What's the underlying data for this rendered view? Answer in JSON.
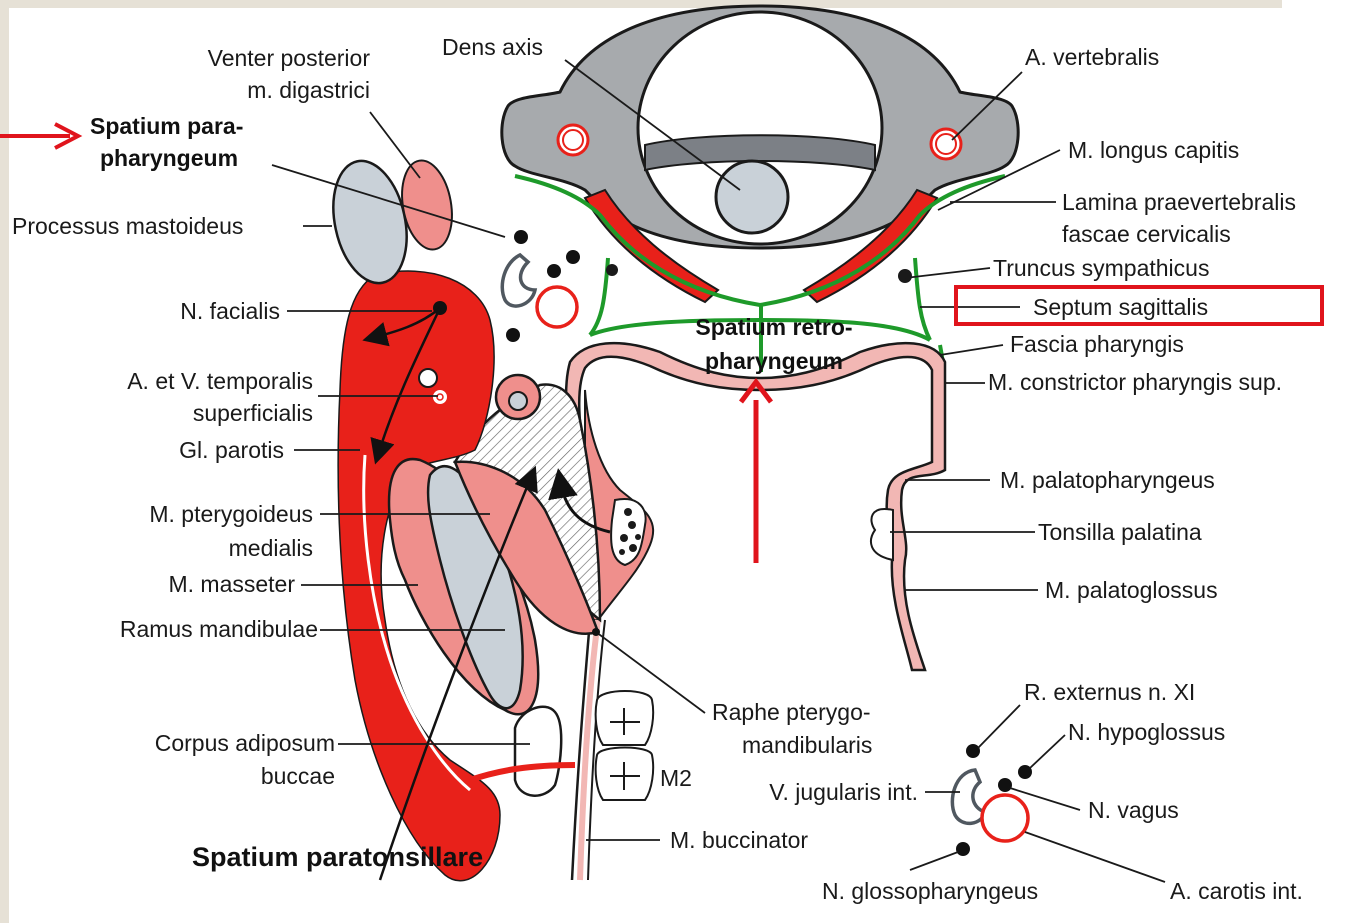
{
  "labels": {
    "venter_1": "Venter posterior",
    "venter_2": "m. digastrici",
    "spatium_para_1": "Spatium para-",
    "spatium_para_2": "pharyngeum",
    "processus_mastoideus": "Processus mastoideus",
    "n_facialis": "N. facialis",
    "temporalis_1": "A. et V. temporalis",
    "temporalis_2": "superficialis",
    "gl_parotis": "Gl. parotis",
    "pterygoideus_1": "M. pterygoideus",
    "pterygoideus_2": "medialis",
    "masseter": "M. masseter",
    "ramus": "Ramus mandibulae",
    "corpus_1": "Corpus adiposum",
    "corpus_2": "buccae",
    "spatium_paratonsillare": "Spatium paratonsillare",
    "dens_axis": "Dens axis",
    "a_vertebralis": "A. vertebralis",
    "longus_capitis": "M. longus capitis",
    "lamina_1": "Lamina praevertebralis",
    "lamina_2": "fascae cervicalis",
    "truncus": "Truncus sympathicus",
    "septum": "Septum sagittalis",
    "fascia_pharyngis": "Fascia pharyngis",
    "constrictor": "M. constrictor pharyngis sup.",
    "retro_1": "Spatium retro-",
    "retro_2": "pharyngeum",
    "palatopharyngeus": "M. palatopharyngeus",
    "tonsilla": "Tonsilla palatina",
    "palatoglossus": "M. palatoglossus",
    "raphe_1": "Raphe pterygo-",
    "raphe_2": "mandibularis",
    "m2": "M2",
    "buccinator": "M. buccinator",
    "r_externus": "R. externus n. XI",
    "hypoglossus": "N. hypoglossus",
    "jugularis": "V. jugularis int.",
    "vagus": "N. vagus",
    "glossopharyngeus": "N. glossopharyngeus",
    "carotis": "A. carotis int."
  },
  "colors": {
    "muscle_red": "#e8211a",
    "muscle_pink": "#ef8f8c",
    "light_pink": "#f2b7b4",
    "bone_grey": "#a7aaad",
    "bone_light": "#c9d1d8",
    "fascia_green": "#1e9a2a",
    "highlight_red": "#e0141c",
    "page_frame": "#e6e1d6"
  }
}
